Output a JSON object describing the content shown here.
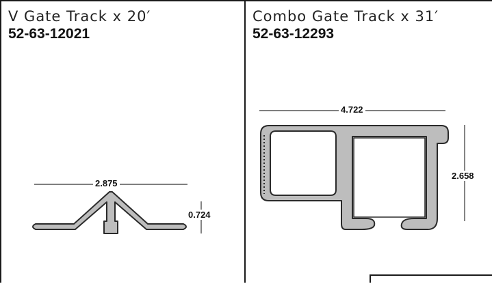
{
  "panels": [
    {
      "title": "V Gate Track x 20′",
      "part_number": "52-63-12021",
      "width_dim": "2.875",
      "height_dim": "0.724"
    },
    {
      "title": "Combo Gate Track x 31′",
      "part_number": "52-63-12293",
      "width_dim": "4.722",
      "height_dim": "2.658"
    }
  ],
  "colors": {
    "profile_fill": "#bdbdbd",
    "profile_stroke": "#2a2a2a",
    "border": "#1a1a1a"
  }
}
